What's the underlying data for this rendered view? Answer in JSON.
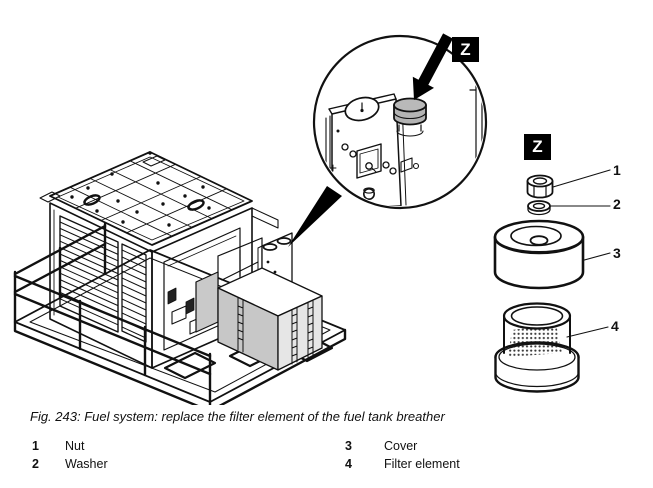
{
  "figure": {
    "caption": "Fig. 243: Fuel system: replace the filter element of the fuel tank breather",
    "detail_marker": "Z",
    "exploded_marker": "Z",
    "parts": [
      {
        "number": "1",
        "name": "Nut"
      },
      {
        "number": "2",
        "name": "Washer"
      },
      {
        "number": "3",
        "name": "Cover"
      },
      {
        "number": "4",
        "name": "Filter element"
      }
    ],
    "colors": {
      "line": "#111111",
      "cap_shade": "#b3b3b3",
      "tank_shade": "#c7c7c7",
      "tank_shade_light": "#e6e6e6",
      "badge_bg": "#000000",
      "badge_text": "#ffffff"
    }
  }
}
